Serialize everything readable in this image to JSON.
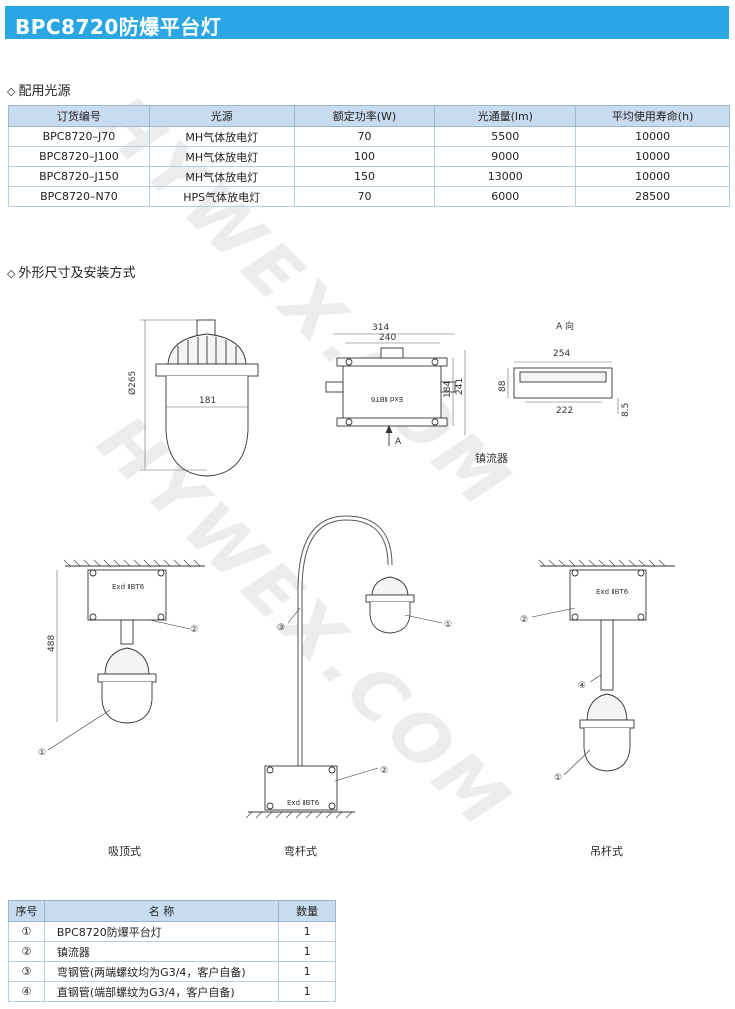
{
  "title": "BPC8720防爆平台灯",
  "section1": {
    "marker": "◇",
    "label": "配用光源"
  },
  "section2": {
    "marker": "◇",
    "label": "外形尺寸及安装方式"
  },
  "lamp_table": {
    "headers": [
      "订货编号",
      "光源",
      "额定功率(W)",
      "光通量(lm)",
      "平均使用寿命(h)"
    ],
    "rows": [
      [
        "BPC8720–J70",
        "MH气体放电灯",
        "70",
        "5500",
        "10000"
      ],
      [
        "BPC8720–J100",
        "MH气体放电灯",
        "100",
        "9000",
        "10000"
      ],
      [
        "BPC8720–J150",
        "MH气体放电灯",
        "150",
        "13000",
        "10000"
      ],
      [
        "BPC8720–N70",
        "HPS气体放电灯",
        "70",
        "6000",
        "28500"
      ]
    ]
  },
  "drawing": {
    "lamp_dims": {
      "dia": "Ø265",
      "width": "181"
    },
    "ballast_dims": {
      "w314": "314",
      "w240": "240",
      "h241": "241",
      "h184": "184",
      "view_arrow": "A"
    },
    "a_view": {
      "label": "A 向",
      "w254": "254",
      "w222": "222",
      "h88": "88",
      "h85": "8.5"
    },
    "ballast_label": "镇流器",
    "box_text": "Exd ⅡBT6",
    "height488": "488",
    "callouts": [
      "①",
      "②",
      "③",
      "④"
    ],
    "captions": {
      "ceiling": "吸顶式",
      "bent": "弯杆式",
      "pendant": "吊杆式"
    }
  },
  "parts_table": {
    "headers": [
      "序号",
      "名 称",
      "数量"
    ],
    "rows": [
      [
        "①",
        "BPC8720防爆平台灯",
        "1"
      ],
      [
        "②",
        "镇流器",
        "1"
      ],
      [
        "③",
        "弯钢管(两端螺纹均为G3/4，客户自备)",
        "1"
      ],
      [
        "④",
        "直钢管(端部螺纹为G3/4，客户自备)",
        "1"
      ]
    ]
  },
  "watermark": "HYWEX.COM"
}
